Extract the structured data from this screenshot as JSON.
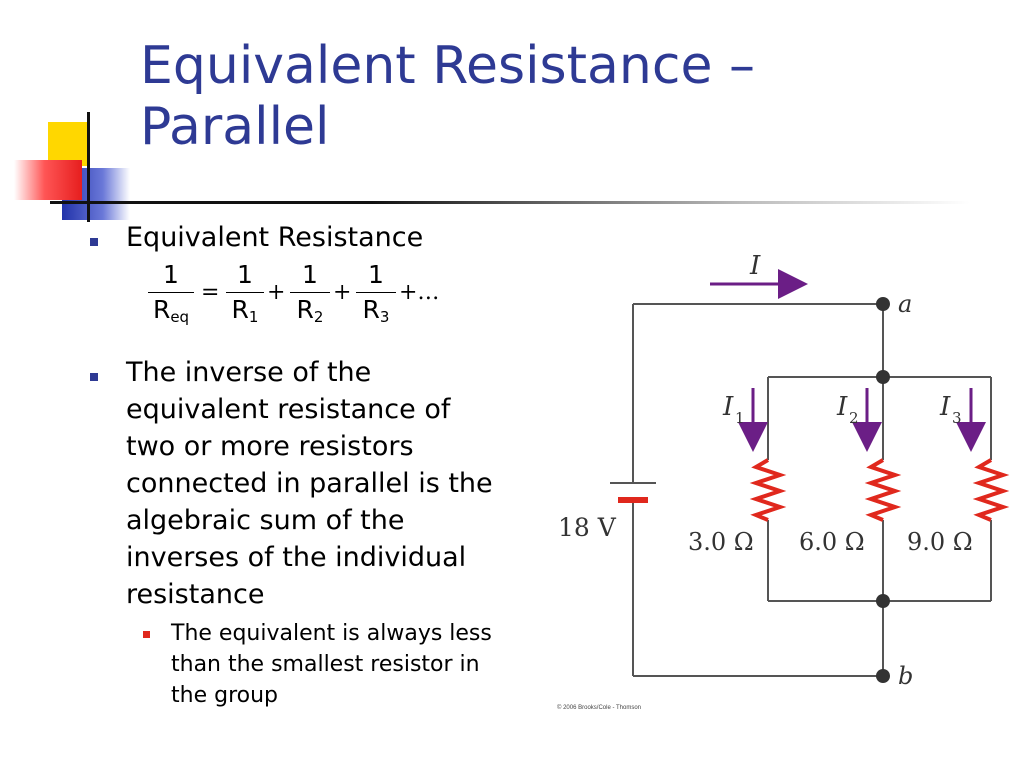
{
  "slide": {
    "title_line1": "Equivalent Resistance –",
    "title_line2": "Parallel",
    "colors": {
      "title": "#2e3a94",
      "bullet": "#2e3a94",
      "sub_bullet": "#e0281d",
      "circuit_wire": "#555555",
      "arrow": "#6b1e86",
      "resistor": "#e0281d"
    }
  },
  "bullets": [
    {
      "text": "Equivalent Resistance"
    },
    {
      "lines": [
        "The inverse of the",
        "equivalent resistance of",
        "two or more resistors",
        "connected in parallel is the",
        "algebraic sum of the",
        "inverses of the individual",
        "resistance"
      ]
    }
  ],
  "sub_bullet": {
    "lines": [
      "The equivalent is always less",
      "than the smallest resistor in",
      "the group"
    ]
  },
  "equation": {
    "one": "1",
    "req": "R",
    "req_sub": "eq",
    "r1": "R",
    "r1_sub": "1",
    "r2": "R",
    "r2_sub": "2",
    "r3": "R",
    "r3_sub": "3",
    "equals": "=",
    "plus": "+",
    "tail": "+…"
  },
  "circuit": {
    "current_total": "I",
    "node_a": "a",
    "node_b": "b",
    "battery": "18 V",
    "branches": [
      {
        "current": "I",
        "sub": "1",
        "resistance": "3.0 Ω"
      },
      {
        "current": "I",
        "sub": "2",
        "resistance": "6.0 Ω"
      },
      {
        "current": "I",
        "sub": "3",
        "resistance": "9.0 Ω"
      }
    ],
    "credit": "© 2006 Brooks/Cole - Thomson"
  }
}
